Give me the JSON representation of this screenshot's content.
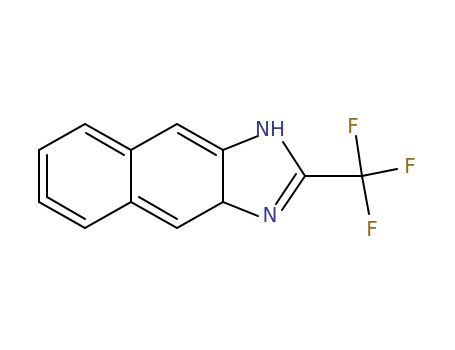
{
  "molecule": {
    "atoms": {
      "nh": {
        "label": "NH",
        "color": "#3a3a8c"
      },
      "n": {
        "label": "N",
        "color": "#3a3a8c"
      },
      "f1": {
        "label": "F",
        "color": "#8c7020"
      },
      "f2": {
        "label": "F",
        "color": "#8c7020"
      },
      "f3": {
        "label": "F",
        "color": "#8c7020"
      }
    },
    "bond_color": "#000000"
  }
}
